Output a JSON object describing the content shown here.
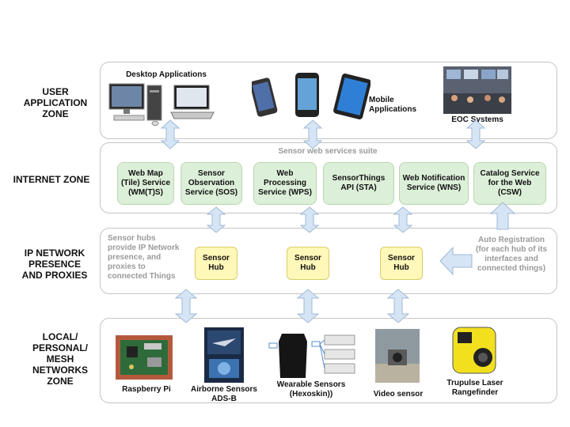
{
  "zones": {
    "user": "USER APPLICATION ZONE",
    "internet": "INTERNET ZONE",
    "ip": "IP NETWORK PRESENCE AND PROXIES",
    "local": "LOCAL/ PERSONAL/ MESH NETWORKS ZONE"
  },
  "apps": {
    "desktop": "Desktop Applications",
    "mobile": "Mobile Applications",
    "eoc": "EOC Systems"
  },
  "suite_title": "Sensor web services suite",
  "services": [
    "Web Map (Tile) Service (WM(T)S)",
    "Sensor Observation Service (SOS)",
    "Web Processing Service (WPS)",
    "SensorThings API (STA)",
    "Web Notification Service (WNS)",
    "Catalog Service for the Web (CSW)"
  ],
  "hubs_note": "Sensor hubs provide IP Network presence, and proxies to connected Things",
  "hub_label": "Sensor Hub",
  "auto_registration": "Auto Registration (for each hub of its interfaces and connected things)",
  "devices": {
    "raspberry": "Raspberry Pi",
    "airborne": "Airborne Sensors ADS-B",
    "wearable": "Wearable Sensors (Hexoskin))",
    "video": "Video sensor",
    "trupulse": "Trupulse Laser Rangefinder"
  },
  "colors": {
    "service_fill": "#dcefd8",
    "hub_fill": "#fff8b8",
    "arrow_fill": "#d6e5f5",
    "arrow_stroke": "#9fb9d6"
  }
}
